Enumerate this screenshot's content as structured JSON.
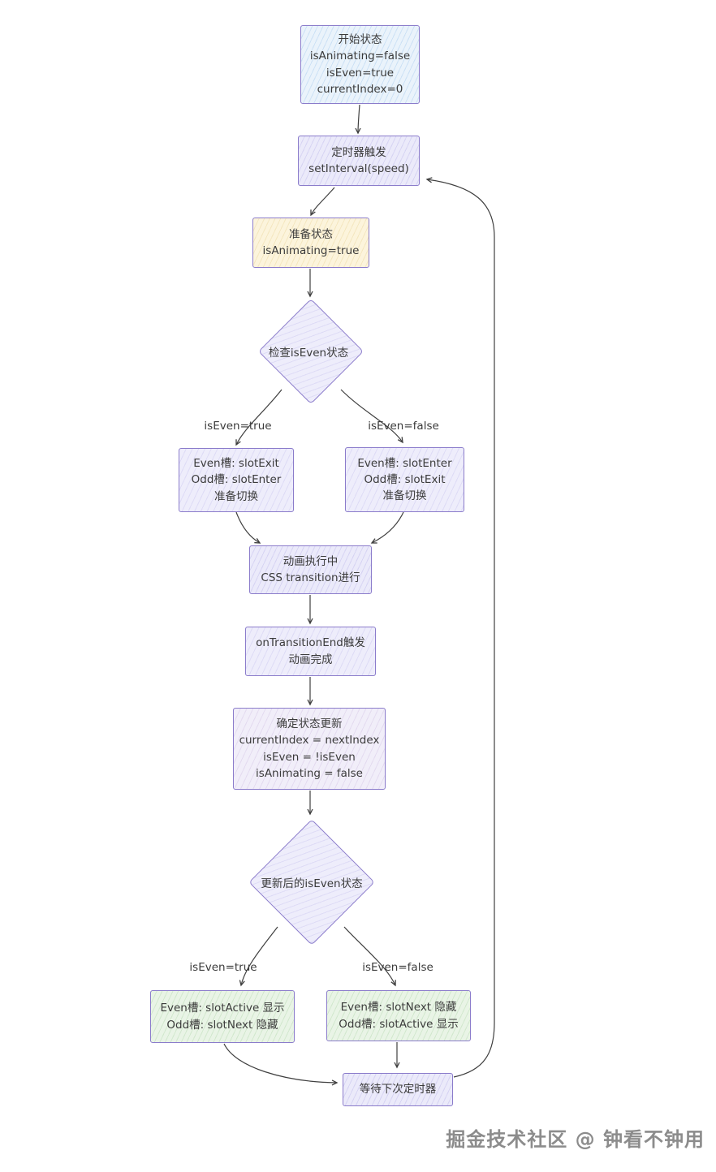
{
  "watermark": "掘金技术社区 @ 钟看不钟用",
  "colors": {
    "node_border": "#8b7ccb",
    "blue_fill": "#eaf3fb",
    "lavender_fill": "#ebeafa",
    "cream_fill": "#fcf4dc",
    "green_fill": "#e9f4e6",
    "text": "#3b3b3b",
    "arrow": "#3f3f3f"
  },
  "nodes": {
    "start": {
      "lines": [
        "开始状态",
        "isAnimating=false",
        "isEven=true",
        "currentIndex=0"
      ]
    },
    "timer": {
      "lines": [
        "定时器触发",
        "setInterval(speed)"
      ]
    },
    "prepare": {
      "lines": [
        "准备状态",
        "isAnimating=true"
      ]
    },
    "check_even": {
      "label": "检查isEven状态"
    },
    "branch_true": {
      "lines": [
        "Even槽: slotExit",
        "Odd槽: slotEnter",
        "准备切换"
      ]
    },
    "branch_false": {
      "lines": [
        "Even槽: slotEnter",
        "Odd槽: slotExit",
        "准备切换"
      ]
    },
    "animating": {
      "lines": [
        "动画执行中",
        "CSS transition进行"
      ]
    },
    "transition_end": {
      "lines": [
        "onTransitionEnd触发",
        "动画完成"
      ]
    },
    "state_update": {
      "lines": [
        "确定状态更新",
        "currentIndex = nextIndex",
        "isEven = !isEven",
        "isAnimating = false"
      ]
    },
    "check_even_updated": {
      "label": "更新后的isEven状态"
    },
    "result_true": {
      "lines": [
        "Even槽: slotActive 显示",
        "Odd槽: slotNext 隐藏"
      ]
    },
    "result_false": {
      "lines": [
        "Even槽: slotNext 隐藏",
        "Odd槽: slotActive 显示"
      ]
    },
    "wait_next": {
      "label": "等待下次定时器"
    }
  },
  "edge_labels": {
    "check_true": "isEven=true",
    "check_false": "isEven=false",
    "updated_true": "isEven=true",
    "updated_false": "isEven=false"
  }
}
